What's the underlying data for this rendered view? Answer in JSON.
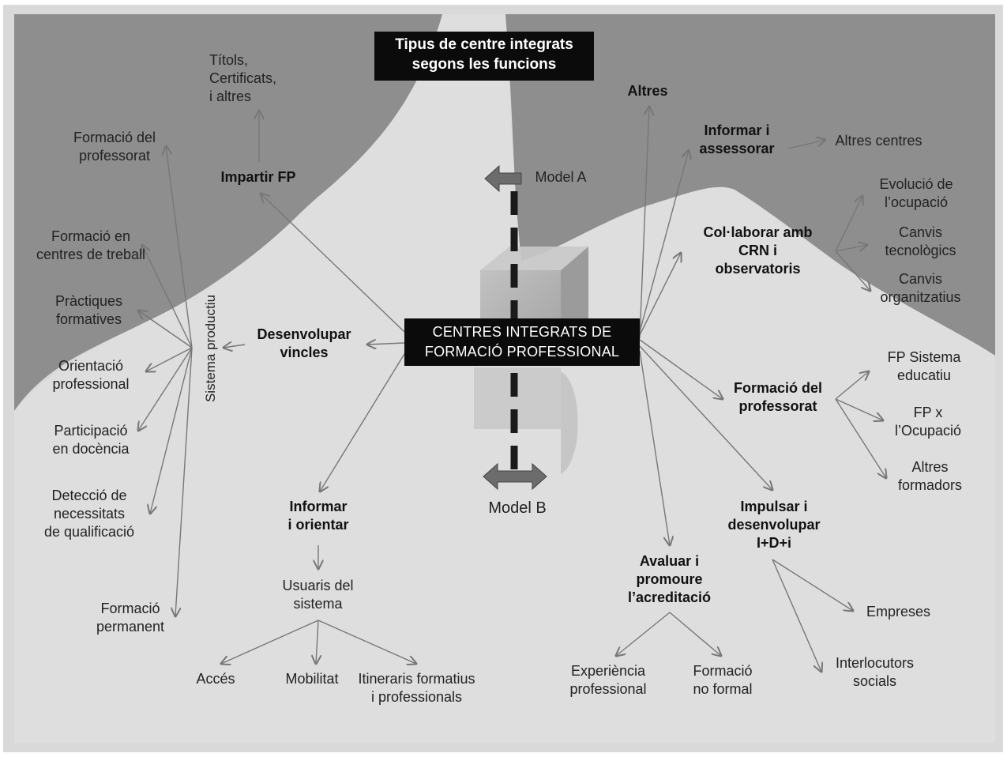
{
  "title": "Tipus de centre integrats\nsegons les funcions",
  "center": "CENTRES INTEGRATS  DE\nFORMACIÓ PROFESSIONAL",
  "model_a": "Model A",
  "model_b": "Model B",
  "sistema_productiu": "Sistema productiu",
  "functions": {
    "impartir": "Impartir FP",
    "desenvolupar": "Desenvolupar\nvincles",
    "informar_orientar": "Informar\ni orientar",
    "avaluar": "Avaluar i\npromoure\nl’acreditació",
    "impulsar": "Impulsar i\ndesenvolupar\nI+D+i",
    "formacio_prof": "Formació del\nprofessorat",
    "colaborar": "Col·laborar amb\nCRN i\nobservatoris",
    "informar_assessorar": "Informar i\nassessorar",
    "altres": "Altres"
  },
  "leaves": {
    "titols": "Títols,\nCertificats,\ni altres",
    "formacio_professorat_left": "Formació del\nprofessorat",
    "formacio_centres": "Formació en\ncentres de treball",
    "practiques": "Pràctiques\nformatives",
    "orientacio": "Orientació\nprofessional",
    "participacio": "Participació\nen docència",
    "deteccio": "Detecció de\nnecessitats\nde qualificació",
    "formacio_permanent": "Formació\npermanent",
    "usuaris": "Usuaris del\nsistema",
    "acces": "Accés",
    "mobilitat": "Mobilitat",
    "itineraris": "Itineraris formatius\ni professionals",
    "experiencia": "Experiència\nprofessional",
    "no_formal": "Formació\nno formal",
    "empreses": "Empreses",
    "interlocutors": "Interlocutors\nsocials",
    "altres_centres": "Altres centres",
    "evolucio": "Evolució de\nl’ocupació",
    "canvis_tec": "Canvis\ntecnològics",
    "canvis_org": "Canvis\norganitzatius",
    "fp_sistema": "FP Sistema\neducatiu",
    "fp_ocupacio": "FP x\nl’Ocupació",
    "altres_formadors": "Altres\nformadors"
  },
  "colors": {
    "dark_region": "#8c8c8c",
    "light_region": "#d8d8d8",
    "box": "#0b0b0b",
    "arrow": "#777777"
  }
}
